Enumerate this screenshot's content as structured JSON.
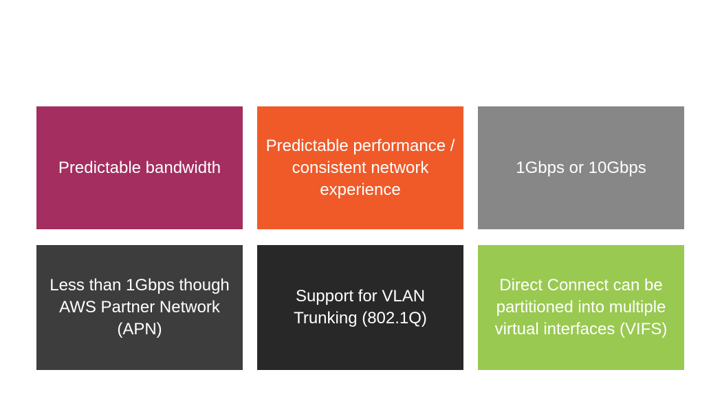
{
  "page": {
    "background_color": "#FFFFFF",
    "text_color": "#FFFFFF"
  },
  "cards": [
    {
      "id": "predictable-bandwidth",
      "bg": "#A32E5F",
      "lines": [
        "Predictable bandwidth"
      ]
    },
    {
      "id": "predictable-performance",
      "bg": "#EF5A28",
      "lines": [
        "Predictable performance /",
        "consistent network",
        "experience"
      ]
    },
    {
      "id": "port-speeds",
      "bg": "#878787",
      "lines": [
        "1Gbps or 10Gbps"
      ]
    },
    {
      "id": "apn-sub-1gbps",
      "bg": "#3D3D3D",
      "lines": [
        "Less than 1Gbps though",
        "AWS Partner Network",
        "(APN)"
      ]
    },
    {
      "id": "vlan-trunking",
      "bg": "#282828",
      "lines": [
        "Support for VLAN",
        "Trunking (802.1Q)"
      ]
    },
    {
      "id": "virtual-interfaces",
      "bg": "#99C951",
      "lines": [
        "Direct Connect can be",
        "partitioned into multiple",
        "virtual interfaces (VIFS)"
      ]
    }
  ]
}
